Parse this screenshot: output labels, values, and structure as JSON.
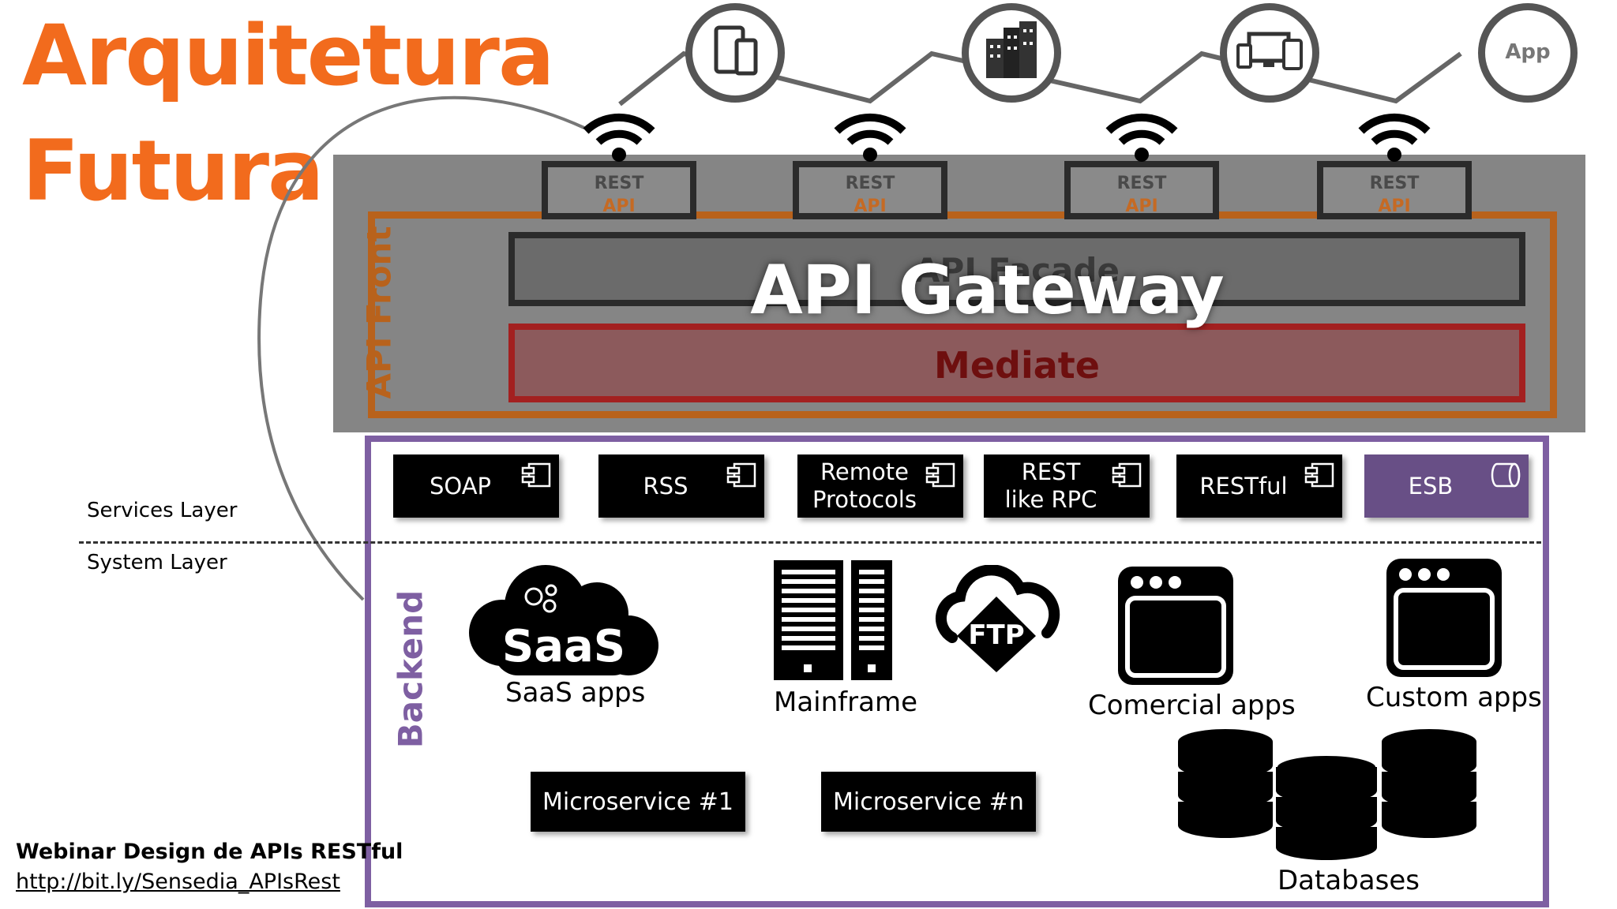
{
  "title": {
    "line1": "Arquitetura",
    "line2": "Futura"
  },
  "clients": {
    "app_label": "App"
  },
  "gateway": {
    "rest_label_line1": "REST",
    "rest_label_line2": "API",
    "front_label": "API Front",
    "facade_label": "API Facade",
    "gateway_label": "API Gateway",
    "mediate_label": "Mediate"
  },
  "layers": {
    "services": "Services Layer",
    "system": "System Layer"
  },
  "services": [
    {
      "label": "SOAP"
    },
    {
      "label": "RSS"
    },
    {
      "label": "Remote\nProtocols"
    },
    {
      "label": "REST\nlike RPC"
    },
    {
      "label": "RESTful"
    },
    {
      "label": "ESB"
    }
  ],
  "backend": {
    "label": "Backend",
    "saas_badge": "SaaS",
    "saas_caption": "SaaS apps",
    "mainframe_caption": "Mainframe",
    "ftp_badge": "FTP",
    "comercial_caption": "Comercial apps",
    "custom_caption": "Custom apps",
    "databases_caption": "Databases",
    "microservice_1": "Microservice #1",
    "microservice_n": "Microservice #n"
  },
  "footer": {
    "title": "Webinar Design de APIs RESTful",
    "link": "http://bit.ly/Sensedia_APIsRest"
  },
  "colors": {
    "orange": "#f26b1d",
    "purple": "#7e5fa2",
    "esb": "#684f86",
    "mediate_border": "#a32020"
  }
}
